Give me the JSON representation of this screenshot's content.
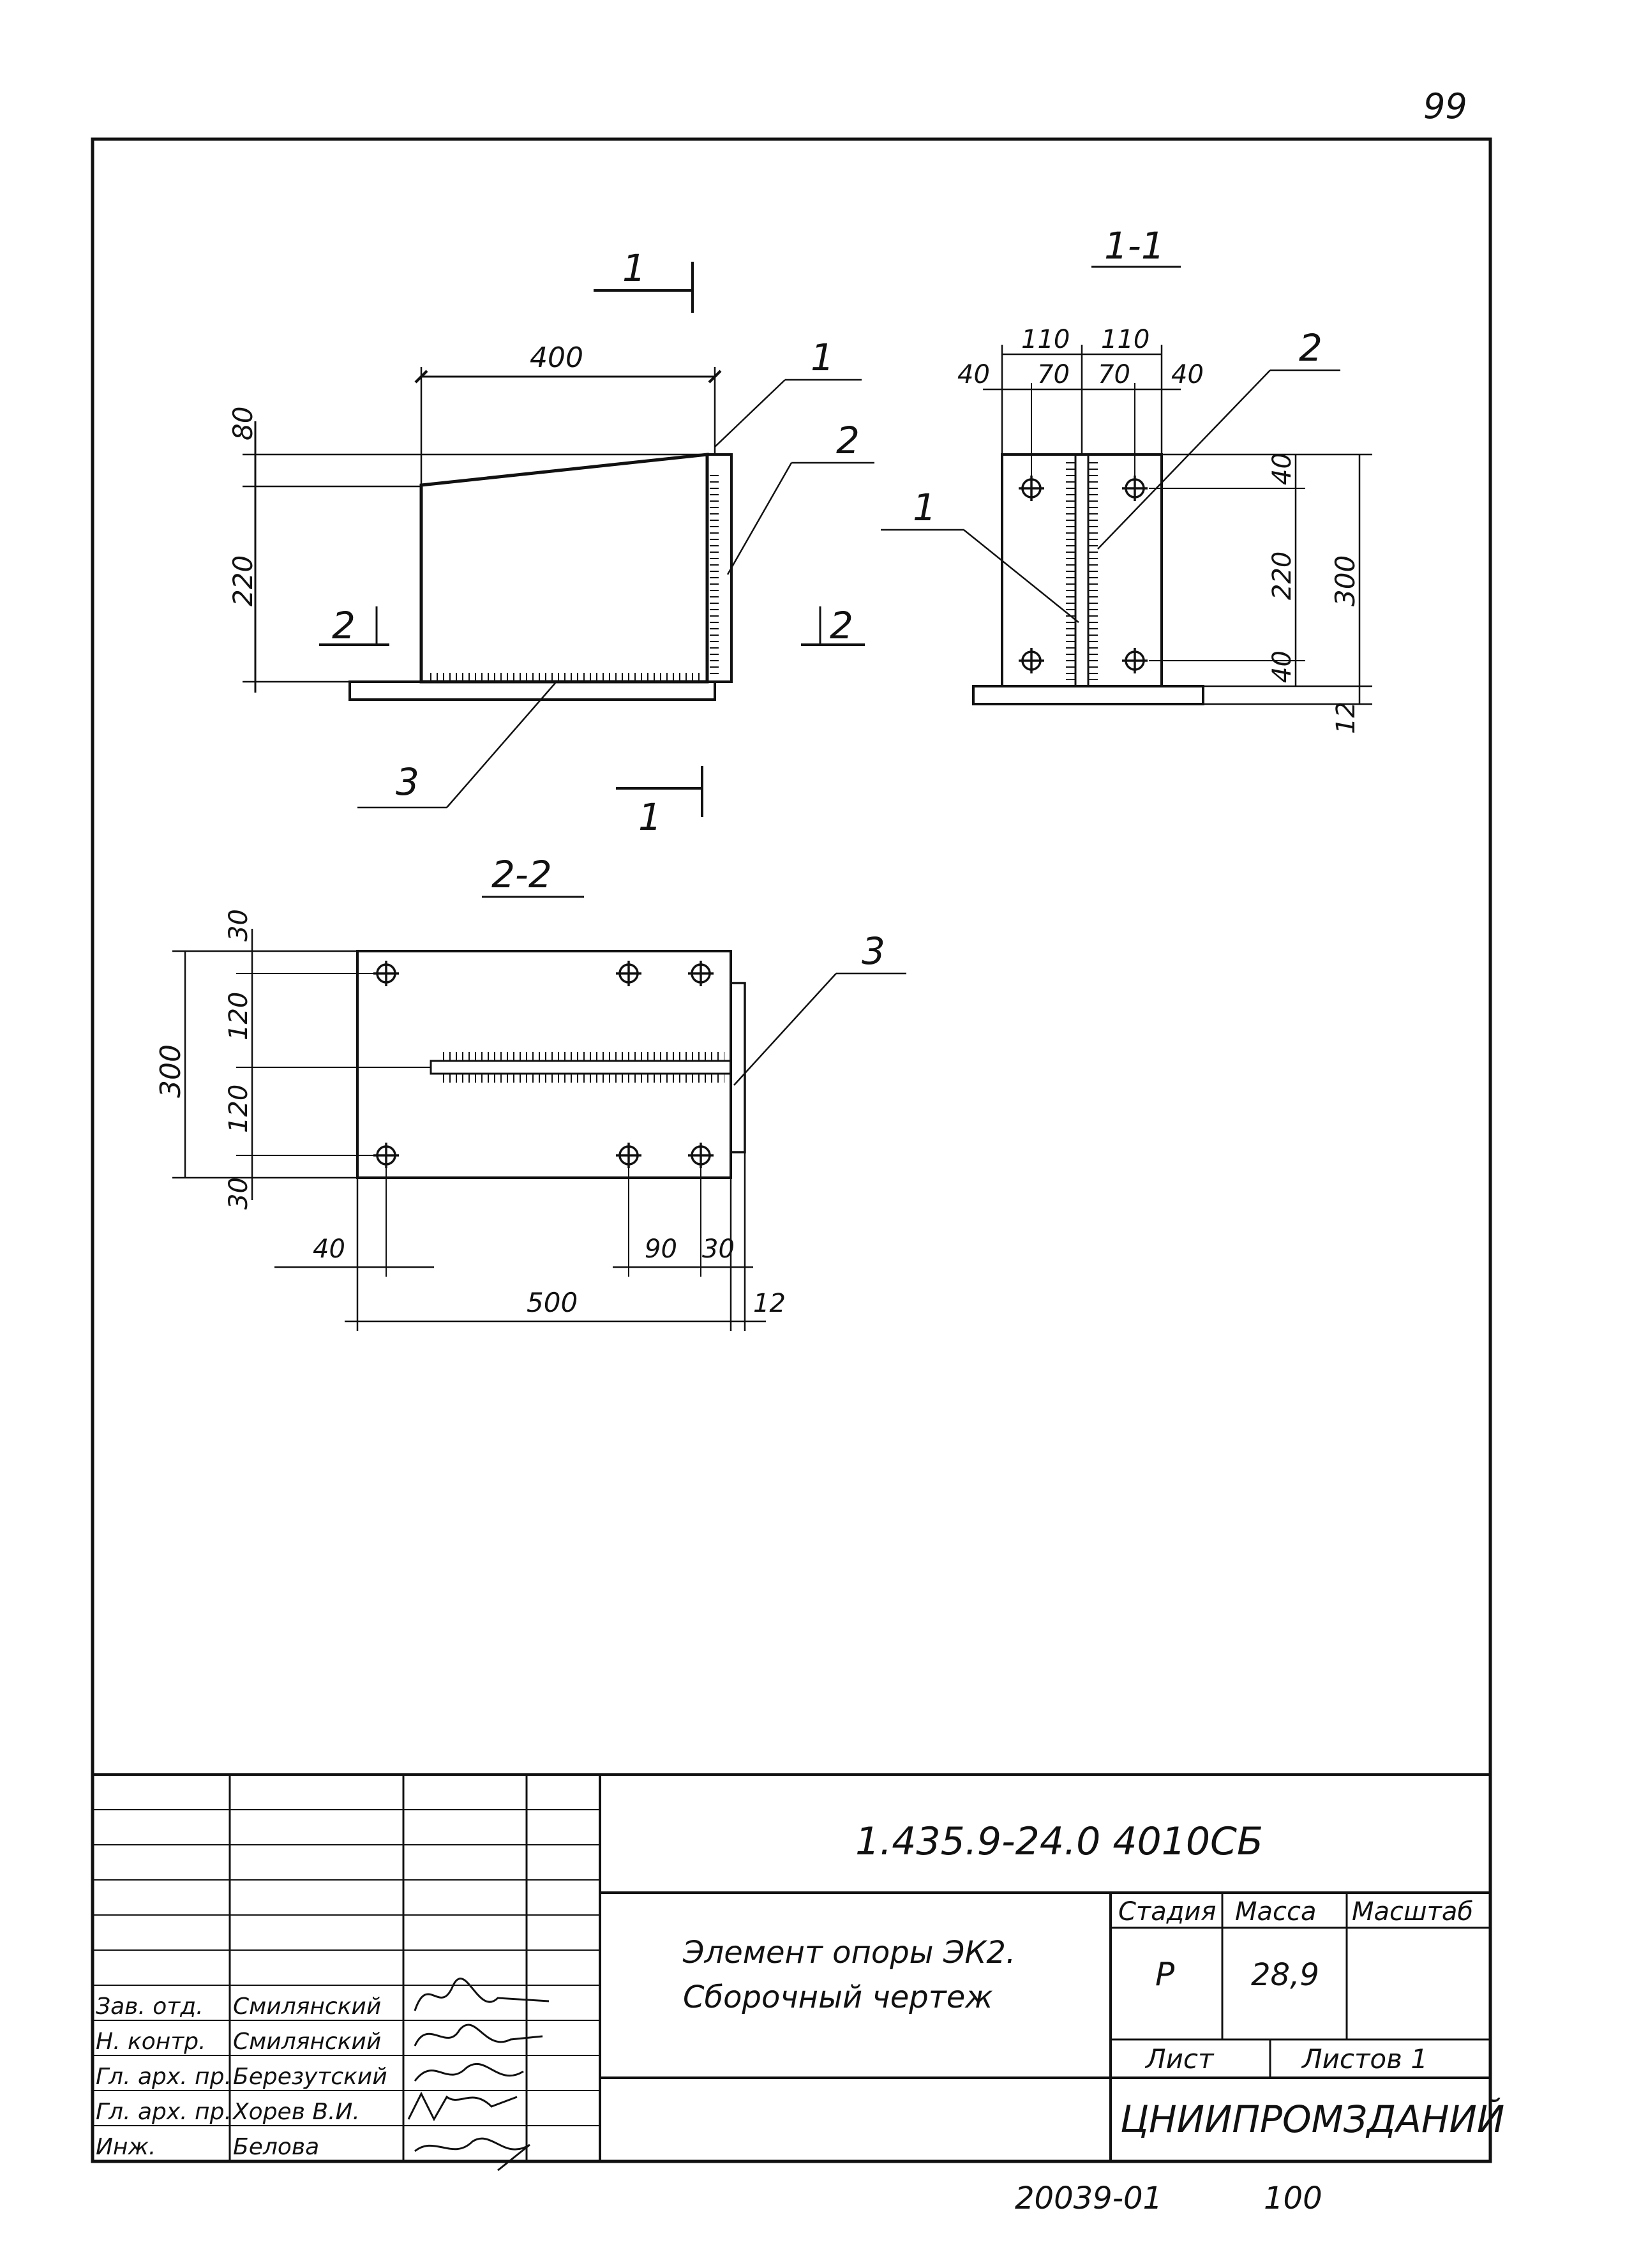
{
  "page_number": "99",
  "drawing": {
    "main_view": {
      "section_marker_top": "1",
      "section_marker_bottom": "1",
      "section_marker_left": "2",
      "section_marker_right": "2",
      "dim_length": "400",
      "dim_top_offset": "80",
      "dim_height": "220",
      "callouts": [
        "1",
        "2",
        "3"
      ]
    },
    "section_1_1": {
      "title": "1-1",
      "dims_top": [
        "110",
        "110"
      ],
      "dims_sub": [
        "40",
        "70",
        "70",
        "40"
      ],
      "dims_right": [
        "40",
        "220",
        "40"
      ],
      "dim_total_height": "300",
      "dim_plate_thickness": "12",
      "callouts": [
        "1",
        "2"
      ]
    },
    "section_2_2": {
      "title": "2-2",
      "dims_left_outer": "300",
      "dims_left": [
        "30",
        "120",
        "120",
        "30"
      ],
      "dims_bottom": [
        "40",
        "90",
        "30"
      ],
      "dim_length": "500",
      "dim_thickness": "12",
      "callouts": [
        "3"
      ]
    }
  },
  "title_block": {
    "designation": "1.435.9-24.0   4010СБ",
    "name_line1": "Элемент опоры ЭК2.",
    "name_line2": "Сборочный чертеж",
    "stage_header": "Стадия",
    "mass_header": "Масса",
    "scale_header": "Масштаб",
    "stage_value": "Р",
    "mass_value": "28,9",
    "sheet_label": "Лист",
    "sheets_label": "Листов 1",
    "organization": "ЦНИИПРОМЗДАНИЙ",
    "roles": [
      {
        "role": "Зав. отд.",
        "name": "Смилянский"
      },
      {
        "role": "Н. контр.",
        "name": "Смилянский"
      },
      {
        "role": "Гл. арх. пр.",
        "name": "Березутский"
      },
      {
        "role": "Гл. арх. пр.",
        "name": "Хорев В.И."
      },
      {
        "role": "Инж.",
        "name": "Белова"
      }
    ]
  },
  "footer": {
    "archive_number": "20039-01",
    "page": "100"
  }
}
